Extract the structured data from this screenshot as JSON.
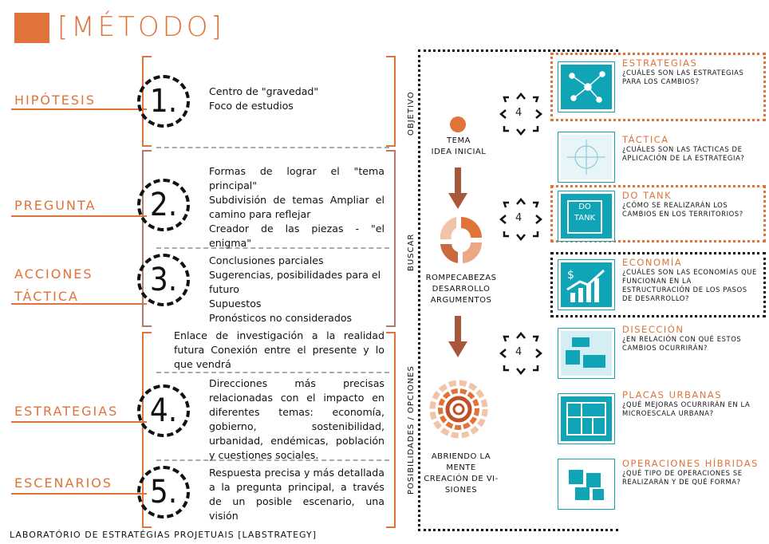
{
  "header": {
    "title": "[MÉTODO]"
  },
  "footer": {
    "text": "LABORATÓRIO DE ESTRATÉGIAS PROJETUAIS [LABSTRATEGY]"
  },
  "rows": [
    {
      "label": "HIPÓTESIS",
      "number": "1.",
      "text": "Centro de \"gravedad\"\nFoco de estudios"
    },
    {
      "label": "PREGUNTA",
      "number": "2.",
      "text": "Formas de lograr el \"tema principal\"\nSubdivisión de temas Ampliar el camino para reflejar\nCreador de las piezas - \"el enigma\""
    },
    {
      "label": "ACCIONES\nTÁCTICA",
      "number": "3.",
      "text": "Conclusiones parciales\nSugerencias, posibilidades para el futuro\nSupuestos\nPronósticos no considerados"
    },
    {
      "label": "ESTRATEGIAS",
      "number": "4.",
      "text_top": "Enlace de investigación a la realidad futura Conexión entre el presente y lo que vendrá",
      "text": "Direcciones más precisas relacionadas con el impacto en diferentes temas: economía, gobierno, sostenibilidad, urbanidad, endémicas, población y cuestiones sociales."
    },
    {
      "label": "ESCENARIOS",
      "number": "5.",
      "text": "Respuesta precisa y más detallada a la pregunta principal, a través de un posible escenario, una visión"
    }
  ],
  "vertical_labels": {
    "objetivo": "OBJETIVO",
    "buscar": "BUSCAR",
    "posibilidades": "POSIBILIDADES / OPCIONES"
  },
  "middle": {
    "tema": "TEMA\nIDEA INICIAL",
    "rompecabezas": "ROMPECABEZAS\nDESARROLLO\nARGUMENTOS",
    "mente": "ABRIENDO LA\nMENTE\nCREACIÓN DE VI-\nSIONES",
    "cycle_number": "4"
  },
  "right_items": [
    {
      "title": "ESTRATEGIAS",
      "subtitle": "¿CUÁLES SON LAS ESTRATEGIAS PARA LOS CAMBIOS?",
      "icon": "network-icon"
    },
    {
      "title": "TÁCTICA",
      "subtitle": "¿CUÁLES SON LAS TÁCTICAS DE APLICACIÓN DE LA ESTRATEGIA?",
      "icon": "tactic-plan-icon"
    },
    {
      "title": "DO TANK",
      "subtitle": "¿CÓMO SE REALIZARÁN LOS CAMBIOS EN LOS TERRITORIOS?",
      "icon": "do-tank-icon",
      "icon_text": "DO TANK"
    },
    {
      "title": "ECONOMÍA",
      "subtitle": "¿CUÁLES SON LAS ECONOMÍAS QUE FUNCIONAN EN LA ESTRUCTURACIÓN DE LOS PASOS DE DESARROLLO?",
      "icon": "growth-chart-icon"
    },
    {
      "title": "DISECCIÓN",
      "subtitle": "¿EN RELACIÓN CON QUÉ ESTOS CAMBIOS OCURRIRÁN?",
      "icon": "map-dissection-icon"
    },
    {
      "title": "PLACAS URBANAS",
      "subtitle": "¿QUÉ MEJORAS OCURRIRÁN EN LA MICROESCALA URBANA?",
      "icon": "urban-plan-icon"
    },
    {
      "title": "OPERACIONES HÍBRIDAS",
      "subtitle": "¿QUÉ TIPO DE OPERACIONES SE REALIZARÁN Y DE QUÉ FORMA?",
      "icon": "puzzle-icon"
    }
  ],
  "colors": {
    "accent": "#e0733a",
    "teal": "#0fa4b6",
    "ink": "#111111"
  }
}
